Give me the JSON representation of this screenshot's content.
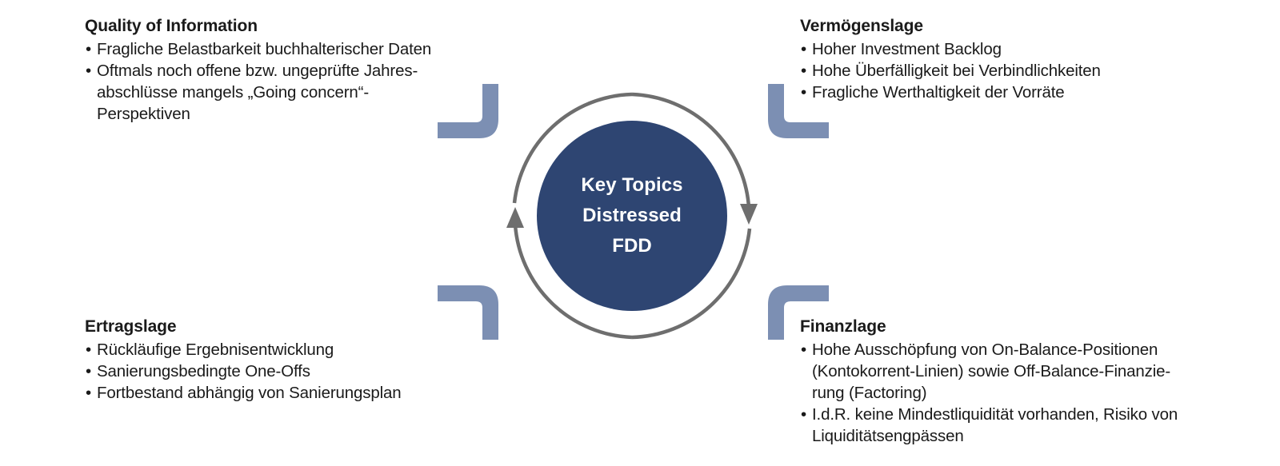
{
  "center": {
    "lines": [
      "Key Topics",
      "Distressed",
      "FDD"
    ],
    "fill_color": "#2E4572",
    "text_color": "#FFFFFF",
    "ring_color": "#6E6E6E",
    "ring_direction": "clockwise"
  },
  "bracket_color": "#7C8FB3",
  "blocks": {
    "quality_of_information": {
      "title": "Quality of Information",
      "bullets": [
        "Fragliche Belastbarkeit buchhalterischer Daten",
        "Oftmals noch offene bzw. ungeprüfte Jahres-\nabschlüsse mangels „Going concern“-\nPerspektiven"
      ]
    },
    "vermoegenslage": {
      "title": "Vermögenslage",
      "bullets": [
        "Hoher Investment Backlog",
        "Hohe Überfälligkeit bei Verbindlichkeiten",
        "Fragliche Werthaltigkeit der Vorräte"
      ]
    },
    "ertragslage": {
      "title": "Ertragslage",
      "bullets": [
        "Rückläufige Ergebnisentwicklung",
        "Sanierungsbedingte One-Offs",
        "Fortbestand abhängig von Sanierungsplan"
      ]
    },
    "finanzlage": {
      "title": "Finanzlage",
      "bullets": [
        "Hohe Ausschöpfung von On-Balance-Positionen\n(Kontokorrent-Linien) sowie Off-Balance-Finanzie-\nrung (Factoring)",
        "I.d.R. keine Mindestliquidität vorhanden, Risiko von\nLiquiditätsengpässen"
      ]
    }
  }
}
